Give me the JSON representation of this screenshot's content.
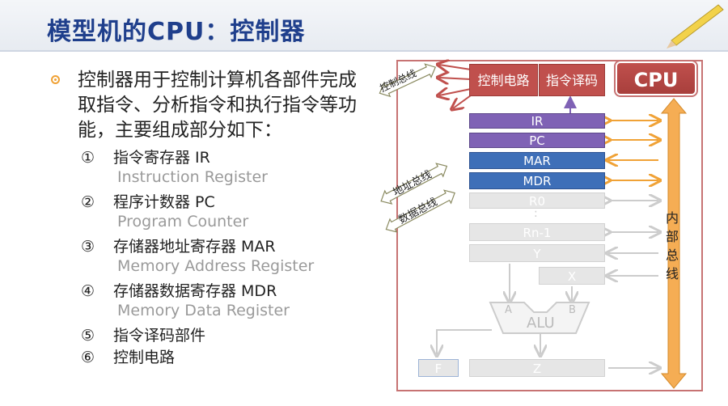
{
  "title": "模型机的CPU：控制器",
  "intro": "控制器用于控制计算机各部件完成取指令、分析指令和执行指令等功能，主要组成部分如下：",
  "items": [
    {
      "num": "①",
      "label": "指令寄存器 IR",
      "en": "Instruction Register"
    },
    {
      "num": "②",
      "label": "程序计数器 PC",
      "en": "Program Counter"
    },
    {
      "num": "③",
      "label": "存储器地址寄存器 MAR",
      "en": "Memory Address Register"
    },
    {
      "num": "④",
      "label": "存储器数据寄存器 MDR",
      "en": "Memory Data Register"
    },
    {
      "num": "⑤",
      "label": "指令译码部件",
      "en": ""
    },
    {
      "num": "⑥",
      "label": "控制电路",
      "en": ""
    }
  ],
  "diagram": {
    "cpu": "CPU",
    "control_circuit": "控制电路",
    "decoder": "指令译码",
    "ir": "IR",
    "pc": "PC",
    "mar": "MAR",
    "mdr": "MDR",
    "r0": "R0",
    "dots": ":",
    "rn": "Rn-1",
    "y": "Y",
    "x": "X",
    "alu": "ALU",
    "alu_a": "A",
    "alu_b": "B",
    "f": "F",
    "z": "Z",
    "control_bus": "控制总线",
    "address_bus": "地址总线",
    "data_bus": "数据总线",
    "internal_bus": "内部总线"
  },
  "colors": {
    "title": "#1f3f8c",
    "red": "#c0504d",
    "purple": "#7f62b5",
    "blue": "#3e6fb8",
    "bus_orange": "#f0a236",
    "gray": "#e6e6e6"
  }
}
